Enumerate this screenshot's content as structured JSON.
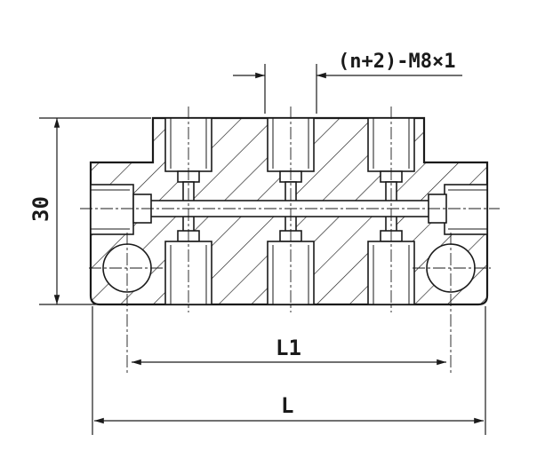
{
  "drawing": {
    "thread_callout": "(n+2)-M8×1",
    "height_dimension": "30",
    "l1_dimension": "L1",
    "l_dimension": "L",
    "line_color": "#1a1a1a",
    "background_color": "#ffffff"
  }
}
